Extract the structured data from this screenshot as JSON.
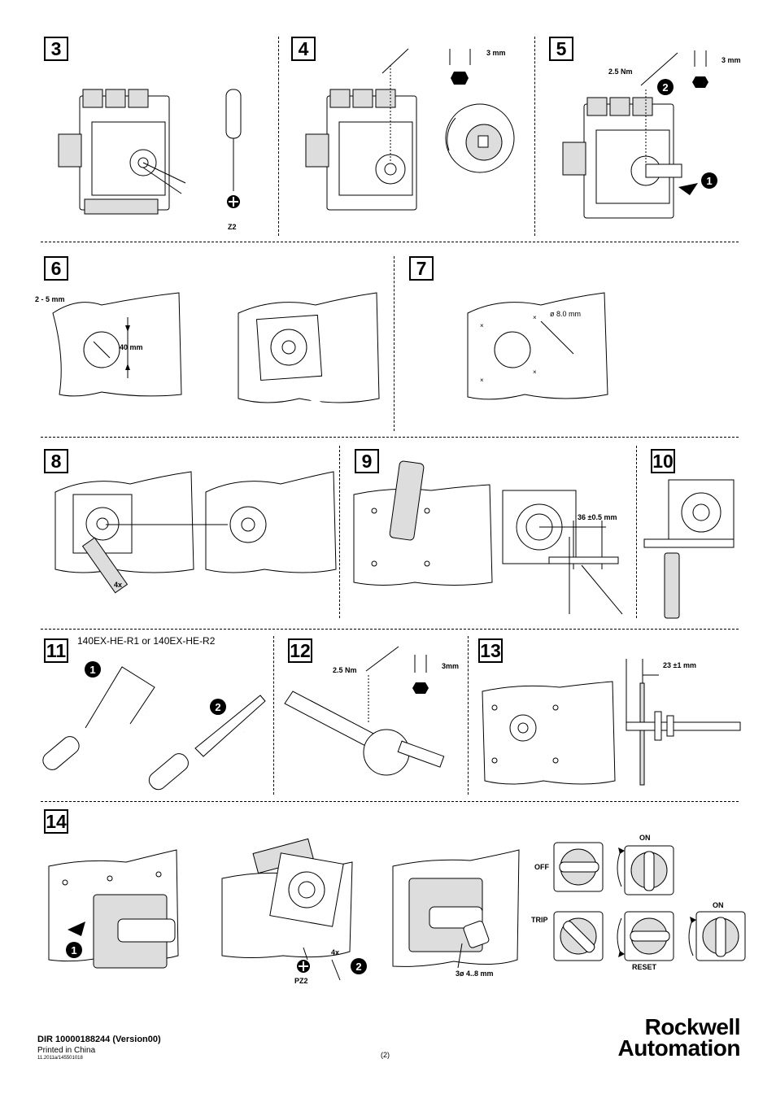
{
  "steps": {
    "s3": {
      "number": "3",
      "bit_label": "Z2"
    },
    "s4": {
      "number": "4",
      "dim_label": "3 mm"
    },
    "s5": {
      "number": "5",
      "torque_label": "2.5 Nm",
      "dim_label": "3 mm",
      "callout_1": "1",
      "callout_2": "2"
    },
    "s6": {
      "number": "6",
      "thickness_label": "2 - 5 mm",
      "distance_label": "40 mm"
    },
    "s7": {
      "number": "7",
      "drill_label": "ø 8.0 mm"
    },
    "s8": {
      "number": "8",
      "count_label": "4x"
    },
    "s9": {
      "number": "9",
      "dim_label": "36 ±0.5 mm"
    },
    "s10": {
      "number": "10"
    },
    "s11": {
      "number": "11",
      "part_label": "140EX-HE-R1 or 140EX-HE-R2",
      "callout_1": "1",
      "callout_2": "2"
    },
    "s12": {
      "number": "12",
      "torque_label": "2.5 Nm",
      "dim_label": "3mm"
    },
    "s13": {
      "number": "13",
      "dim_label": "23 ±1 mm"
    },
    "s14": {
      "number": "14",
      "callout_1": "1",
      "callout_2": "2",
      "bit_label": "PZ2",
      "count_label": "4x",
      "lock_label": "3ø 4..8 mm",
      "off_label": "OFF",
      "on_label_1": "ON",
      "trip_label": "TRIP",
      "reset_label": "RESET",
      "on_label_2": "ON"
    }
  },
  "footer": {
    "doc_id": "DIR 10000188244 (Version00)",
    "printed": "Printed in China",
    "code": "11.2011a/145501018",
    "page": "(2)",
    "brand_line1": "Rockwell",
    "brand_line2": "Automation"
  }
}
